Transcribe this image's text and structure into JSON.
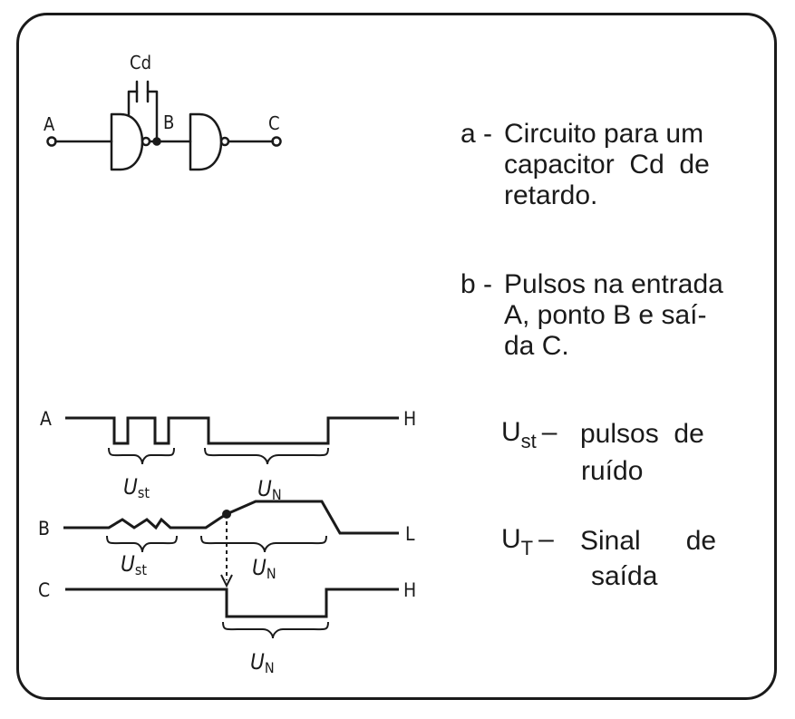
{
  "circuit": {
    "node_a": "A",
    "node_b": "B",
    "node_c": "C",
    "capacitor": "Cd"
  },
  "timing": {
    "row_a": {
      "name": "A",
      "level": "H"
    },
    "row_b": {
      "name": "B",
      "level": "L"
    },
    "row_c": {
      "name": "C",
      "level": "H"
    },
    "ust_main": "U",
    "ust_sub": "st",
    "un_main": "U",
    "un_sub": "N"
  },
  "captions": {
    "a_marker": "a -",
    "a_text": [
      "Circuito para um",
      "capacitor  Cd  de",
      "retardo."
    ],
    "b_marker": "b -",
    "b_text": [
      "Pulsos na entrada",
      "A, ponto B e saí-",
      "da C."
    ]
  },
  "legend": {
    "ust_main": "U",
    "ust_sub": "st",
    "ust_desc_1": "pulsos  de",
    "ust_desc_2": "ruído",
    "ut_main": "U",
    "ut_sub": "T",
    "ut_desc_1": "Sinal      de",
    "ut_desc_2": "saída"
  }
}
